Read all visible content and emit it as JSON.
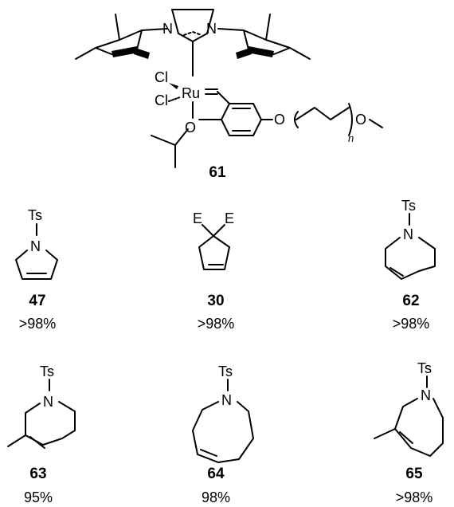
{
  "catalyst": {
    "id": "61",
    "atoms": {
      "n_left": "N",
      "n_right": "N",
      "ru": "Ru",
      "cl_top": "Cl",
      "cl_bottom": "Cl",
      "o_ether": "O",
      "o_chain": "O",
      "o_methoxy": "O",
      "n_sub": "n"
    }
  },
  "products": [
    {
      "id": "47",
      "yield": ">98%",
      "sub_label": "Ts",
      "hetero": "N"
    },
    {
      "id": "30",
      "yield": ">98%",
      "sub_label_1": "E",
      "sub_label_2": "E"
    },
    {
      "id": "62",
      "yield": ">98%",
      "sub_label": "Ts",
      "hetero": "N"
    },
    {
      "id": "63",
      "yield": "95%",
      "sub_label": "Ts",
      "hetero": "N"
    },
    {
      "id": "64",
      "yield": "98%",
      "sub_label": "Ts",
      "hetero": "N"
    },
    {
      "id": "65",
      "yield": ">98%",
      "sub_label": "Ts",
      "hetero": "N"
    }
  ]
}
